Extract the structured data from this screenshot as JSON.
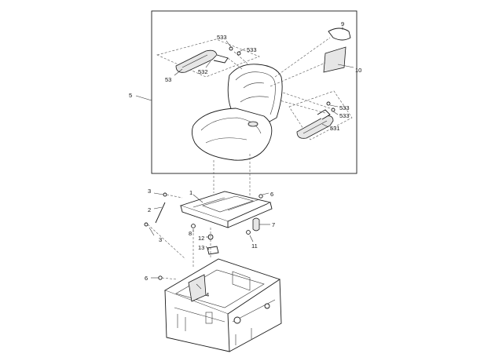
{
  "callouts": [
    {
      "id": "c9",
      "text": "9"
    },
    {
      "id": "c10",
      "text": "10"
    },
    {
      "id": "c533a",
      "text": "533"
    },
    {
      "id": "c533b",
      "text": "533"
    },
    {
      "id": "c532",
      "text": "532"
    },
    {
      "id": "c53",
      "text": "53"
    },
    {
      "id": "c5",
      "text": "5"
    },
    {
      "id": "c533c",
      "text": "533"
    },
    {
      "id": "c533d",
      "text": "533"
    },
    {
      "id": "c531",
      "text": "531"
    },
    {
      "id": "c1",
      "text": "1"
    },
    {
      "id": "c3a",
      "text": "3"
    },
    {
      "id": "c2",
      "text": "2"
    },
    {
      "id": "c3b",
      "text": "3"
    },
    {
      "id": "c6a",
      "text": "6"
    },
    {
      "id": "c7",
      "text": "7"
    },
    {
      "id": "c8",
      "text": "8"
    },
    {
      "id": "c12",
      "text": "12"
    },
    {
      "id": "c11",
      "text": "11"
    },
    {
      "id": "c13",
      "text": "13"
    },
    {
      "id": "c6b",
      "text": "6"
    },
    {
      "id": "c4",
      "text": "4"
    }
  ]
}
